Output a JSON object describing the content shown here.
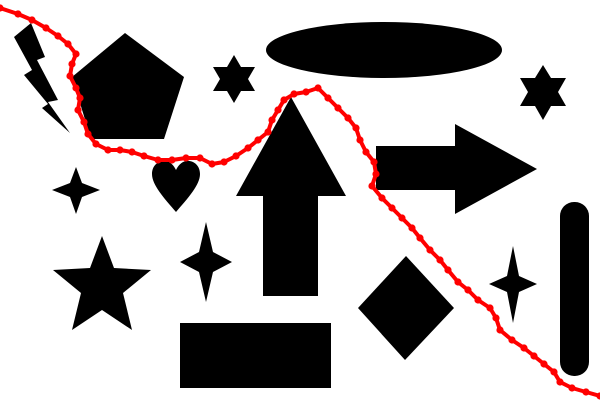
{
  "scene": {
    "description_free": true,
    "background_color": "#ffffff",
    "obstacle_color": "#000000",
    "tree_color": "#1f1fb5",
    "path_color": "#ff0000"
  },
  "obstacles": [
    {
      "kind": "lightning-bolt"
    },
    {
      "kind": "pentagon"
    },
    {
      "kind": "ellipse"
    },
    {
      "kind": "six-point-star"
    },
    {
      "kind": "six-point-star"
    },
    {
      "kind": "four-point-star"
    },
    {
      "kind": "heart"
    },
    {
      "kind": "up-arrow"
    },
    {
      "kind": "right-arrow"
    },
    {
      "kind": "five-point-star"
    },
    {
      "kind": "four-point-star"
    },
    {
      "kind": "diamond"
    },
    {
      "kind": "four-point-star"
    },
    {
      "kind": "rectangle"
    },
    {
      "kind": "rounded-bar"
    }
  ],
  "icons": {
    "tree_node": "circle-cross-icon",
    "path_node": "filled-dot-icon"
  }
}
